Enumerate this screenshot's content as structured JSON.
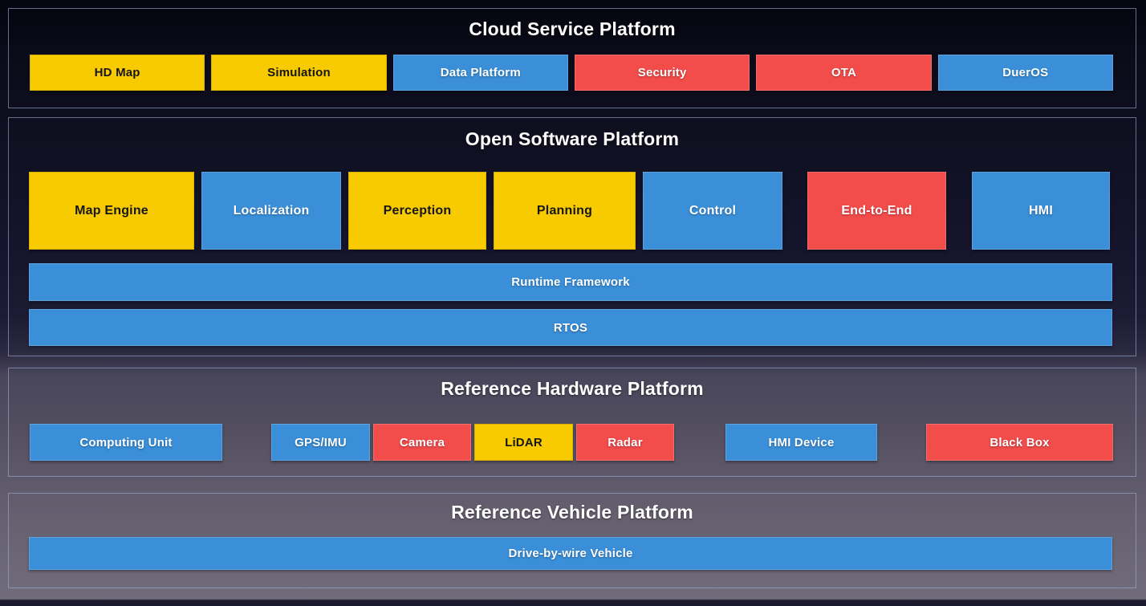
{
  "diagram": {
    "colors": {
      "yellow": "#F7CB00",
      "blue": "#3A8FD8",
      "red": "#F24C4B"
    },
    "sections": [
      {
        "title": "Cloud Service Platform",
        "boxes": [
          {
            "label": "HD Map",
            "color": "yellow"
          },
          {
            "label": "Simulation",
            "color": "yellow"
          },
          {
            "label": "Data Platform",
            "color": "blue"
          },
          {
            "label": "Security",
            "color": "red"
          },
          {
            "label": "OTA",
            "color": "red"
          },
          {
            "label": "DuerOS",
            "color": "blue"
          }
        ]
      },
      {
        "title": "Open Software Platform",
        "modules": [
          {
            "label": "Map Engine",
            "color": "yellow"
          },
          {
            "label": "Localization",
            "color": "blue"
          },
          {
            "label": "Perception",
            "color": "yellow"
          },
          {
            "label": "Planning",
            "color": "yellow"
          },
          {
            "label": "Control",
            "color": "blue"
          },
          {
            "label": "End-to-End",
            "color": "red"
          },
          {
            "label": "HMI",
            "color": "blue"
          }
        ],
        "bars": [
          {
            "label": "Runtime Framework",
            "color": "blue"
          },
          {
            "label": "RTOS",
            "color": "blue"
          }
        ]
      },
      {
        "title": "Reference Hardware Platform",
        "boxes": [
          {
            "label": "Computing Unit",
            "color": "blue"
          },
          {
            "label": "GPS/IMU",
            "color": "blue"
          },
          {
            "label": "Camera",
            "color": "red"
          },
          {
            "label": "LiDAR",
            "color": "yellow"
          },
          {
            "label": "Radar",
            "color": "red"
          },
          {
            "label": "HMI Device",
            "color": "blue"
          },
          {
            "label": "Black Box",
            "color": "red"
          }
        ]
      },
      {
        "title": "Reference Vehicle Platform",
        "bars": [
          {
            "label": "Drive-by-wire Vehicle",
            "color": "blue"
          }
        ]
      }
    ]
  }
}
